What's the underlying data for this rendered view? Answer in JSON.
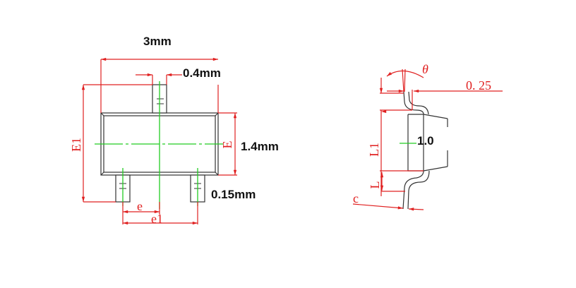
{
  "colors": {
    "dimension": "#e02020",
    "outline": "#333333",
    "centerline": "#22cc22",
    "label": "#111111"
  },
  "top_view": {
    "labels": {
      "width": "3mm",
      "lead_width": "0.4mm",
      "body_width": "1.4mm",
      "lead_thickness": "0.15mm"
    },
    "symbols": {
      "E1": "E1",
      "E": "E",
      "e": "e",
      "e1": "e1"
    }
  },
  "side_view": {
    "labels": {
      "lead_offset": "0. 25",
      "body_height": "1.0"
    },
    "symbols": {
      "theta": "θ",
      "L1": "L1",
      "L": "L",
      "c": "c"
    }
  }
}
